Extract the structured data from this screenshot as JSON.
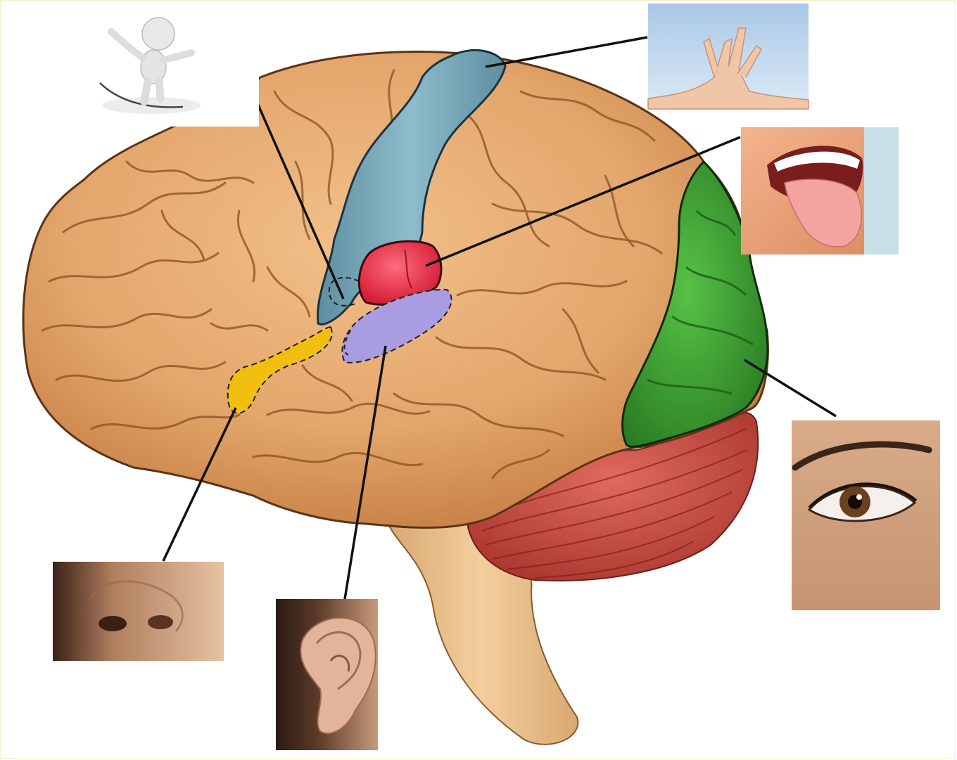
{
  "diagram": {
    "colors": {
      "background": "#ffffff",
      "cortex": "#e3a66c",
      "cortex_outline": "#5a3316",
      "motor_strip": "#6f9fb1",
      "taste_area": "#e7384f",
      "auditory_area": "#a99ce0",
      "olfactory_area": "#f1bf10",
      "visual_area": "#3e9a33",
      "cerebellum": "#c8534a",
      "brainstem": "#ecc28e",
      "leader_line": "#111111"
    },
    "regions": [
      {
        "id": "balance",
        "icon": "balance-figure-icon",
        "linked_image": "tightrope-figure"
      },
      {
        "id": "touch",
        "icon": "hands-touch-icon",
        "linked_image": "touching-hands-photo"
      },
      {
        "id": "taste",
        "icon": "tongue-icon",
        "linked_image": "tongue-mouth-photo"
      },
      {
        "id": "vision",
        "icon": "eye-icon",
        "linked_image": "eye-photo"
      },
      {
        "id": "hearing",
        "icon": "ear-icon",
        "linked_image": "ear-photo"
      },
      {
        "id": "smell",
        "icon": "nose-icon",
        "linked_image": "nose-photo"
      }
    ]
  }
}
